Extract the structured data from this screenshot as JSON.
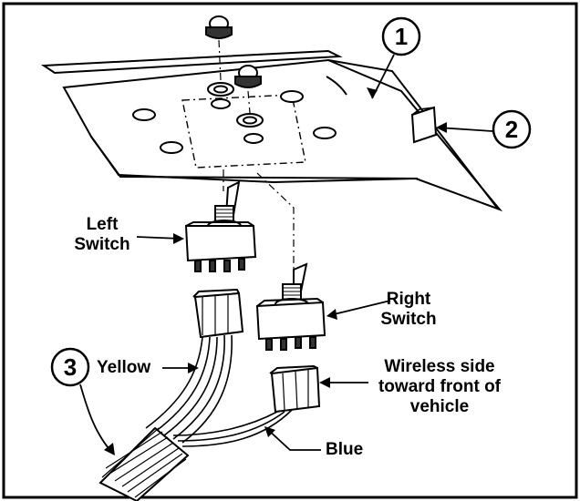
{
  "callouts": {
    "one": "1",
    "two": "2",
    "three": "3"
  },
  "labels": {
    "left_switch_line1": "Left",
    "left_switch_line2": "Switch",
    "right_switch_line1": "Right",
    "right_switch_line2": "Switch",
    "yellow": "Yellow",
    "blue": "Blue",
    "wireless_line1": "Wireless side",
    "wireless_line2": "toward front of",
    "wireless_line3": "vehicle"
  }
}
